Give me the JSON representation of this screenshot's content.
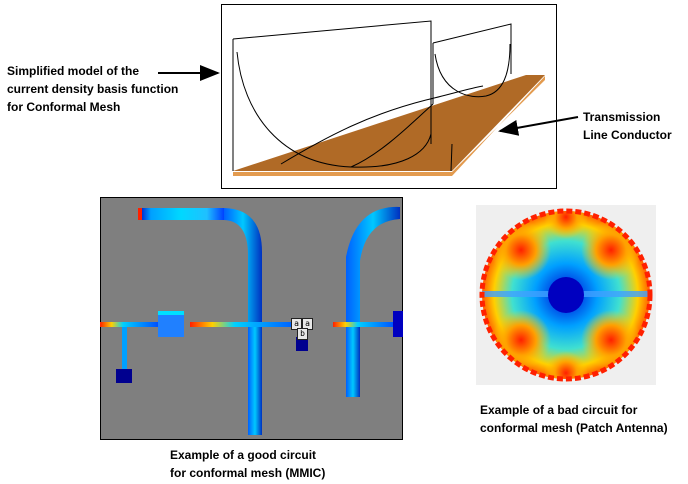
{
  "labels": {
    "basis_model": "Simplified model of the\ncurrent density basis function\nfor Conformal Mesh",
    "transmission_line": "Transmission\nLine Conductor",
    "good_circuit": "Example of a good circuit\nfor conformal mesh (MMIC)",
    "bad_circuit": "Example of a bad circuit for\nconformal mesh (Patch Antenna)"
  },
  "colors": {
    "conductor": "#b5712c",
    "conductor_edge": "#e0a050",
    "mmic_background": "#7f7f7f",
    "substrate_dark_blue": "#00008f",
    "current_low": "#0000ff",
    "current_mid": "#00c8ff",
    "current_high": "#ff0000",
    "patch_background": "#efefef"
  },
  "icons": {
    "port_marker": "port-marker-icon"
  }
}
